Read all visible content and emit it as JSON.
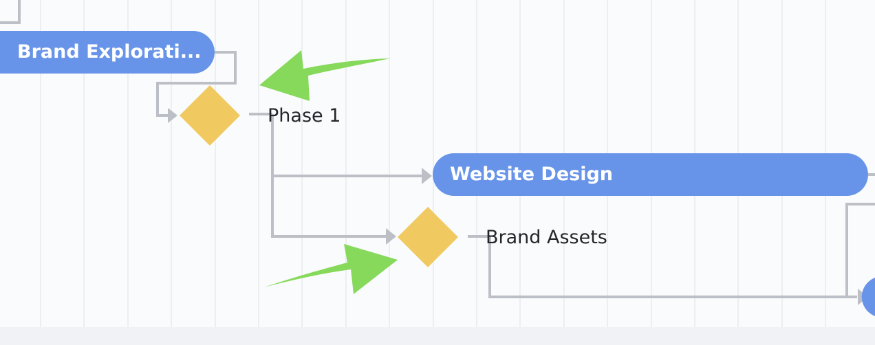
{
  "colors": {
    "canvas_bg": "#fafbfc",
    "grid_line": "#eceef2",
    "task_bar": "#6794e8",
    "milestone": "#f0c960",
    "connector": "#bcbfc5",
    "annotation_arrow": "#86d95a",
    "label_text": "#24262b"
  },
  "tasks": [
    {
      "id": "brand-exploration",
      "label": "Brand Explorati..."
    },
    {
      "id": "website-design",
      "label": "Website Design"
    }
  ],
  "milestones": [
    {
      "id": "phase-1",
      "label": "Phase 1"
    },
    {
      "id": "brand-assets",
      "label": "Brand Assets"
    }
  ]
}
